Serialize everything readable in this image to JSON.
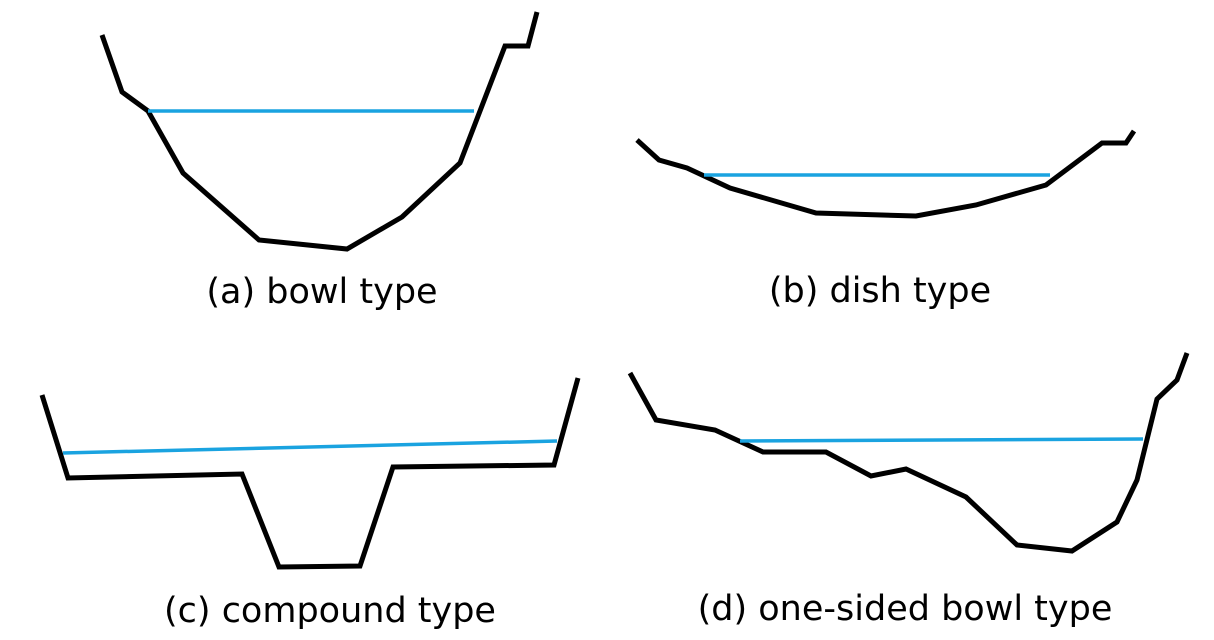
{
  "panels": [
    {
      "id": "a",
      "caption": "(a) bowl type",
      "bed_color": "#000000",
      "water_color": "#1aa3e0"
    },
    {
      "id": "b",
      "caption": "(b) dish type",
      "bed_color": "#000000",
      "water_color": "#1aa3e0"
    },
    {
      "id": "c",
      "caption": "(c) compound type",
      "bed_color": "#000000",
      "water_color": "#1aa3e0"
    },
    {
      "id": "d",
      "caption": "(d) one-sided bowl type",
      "bed_color": "#000000",
      "water_color": "#1aa3e0"
    }
  ]
}
